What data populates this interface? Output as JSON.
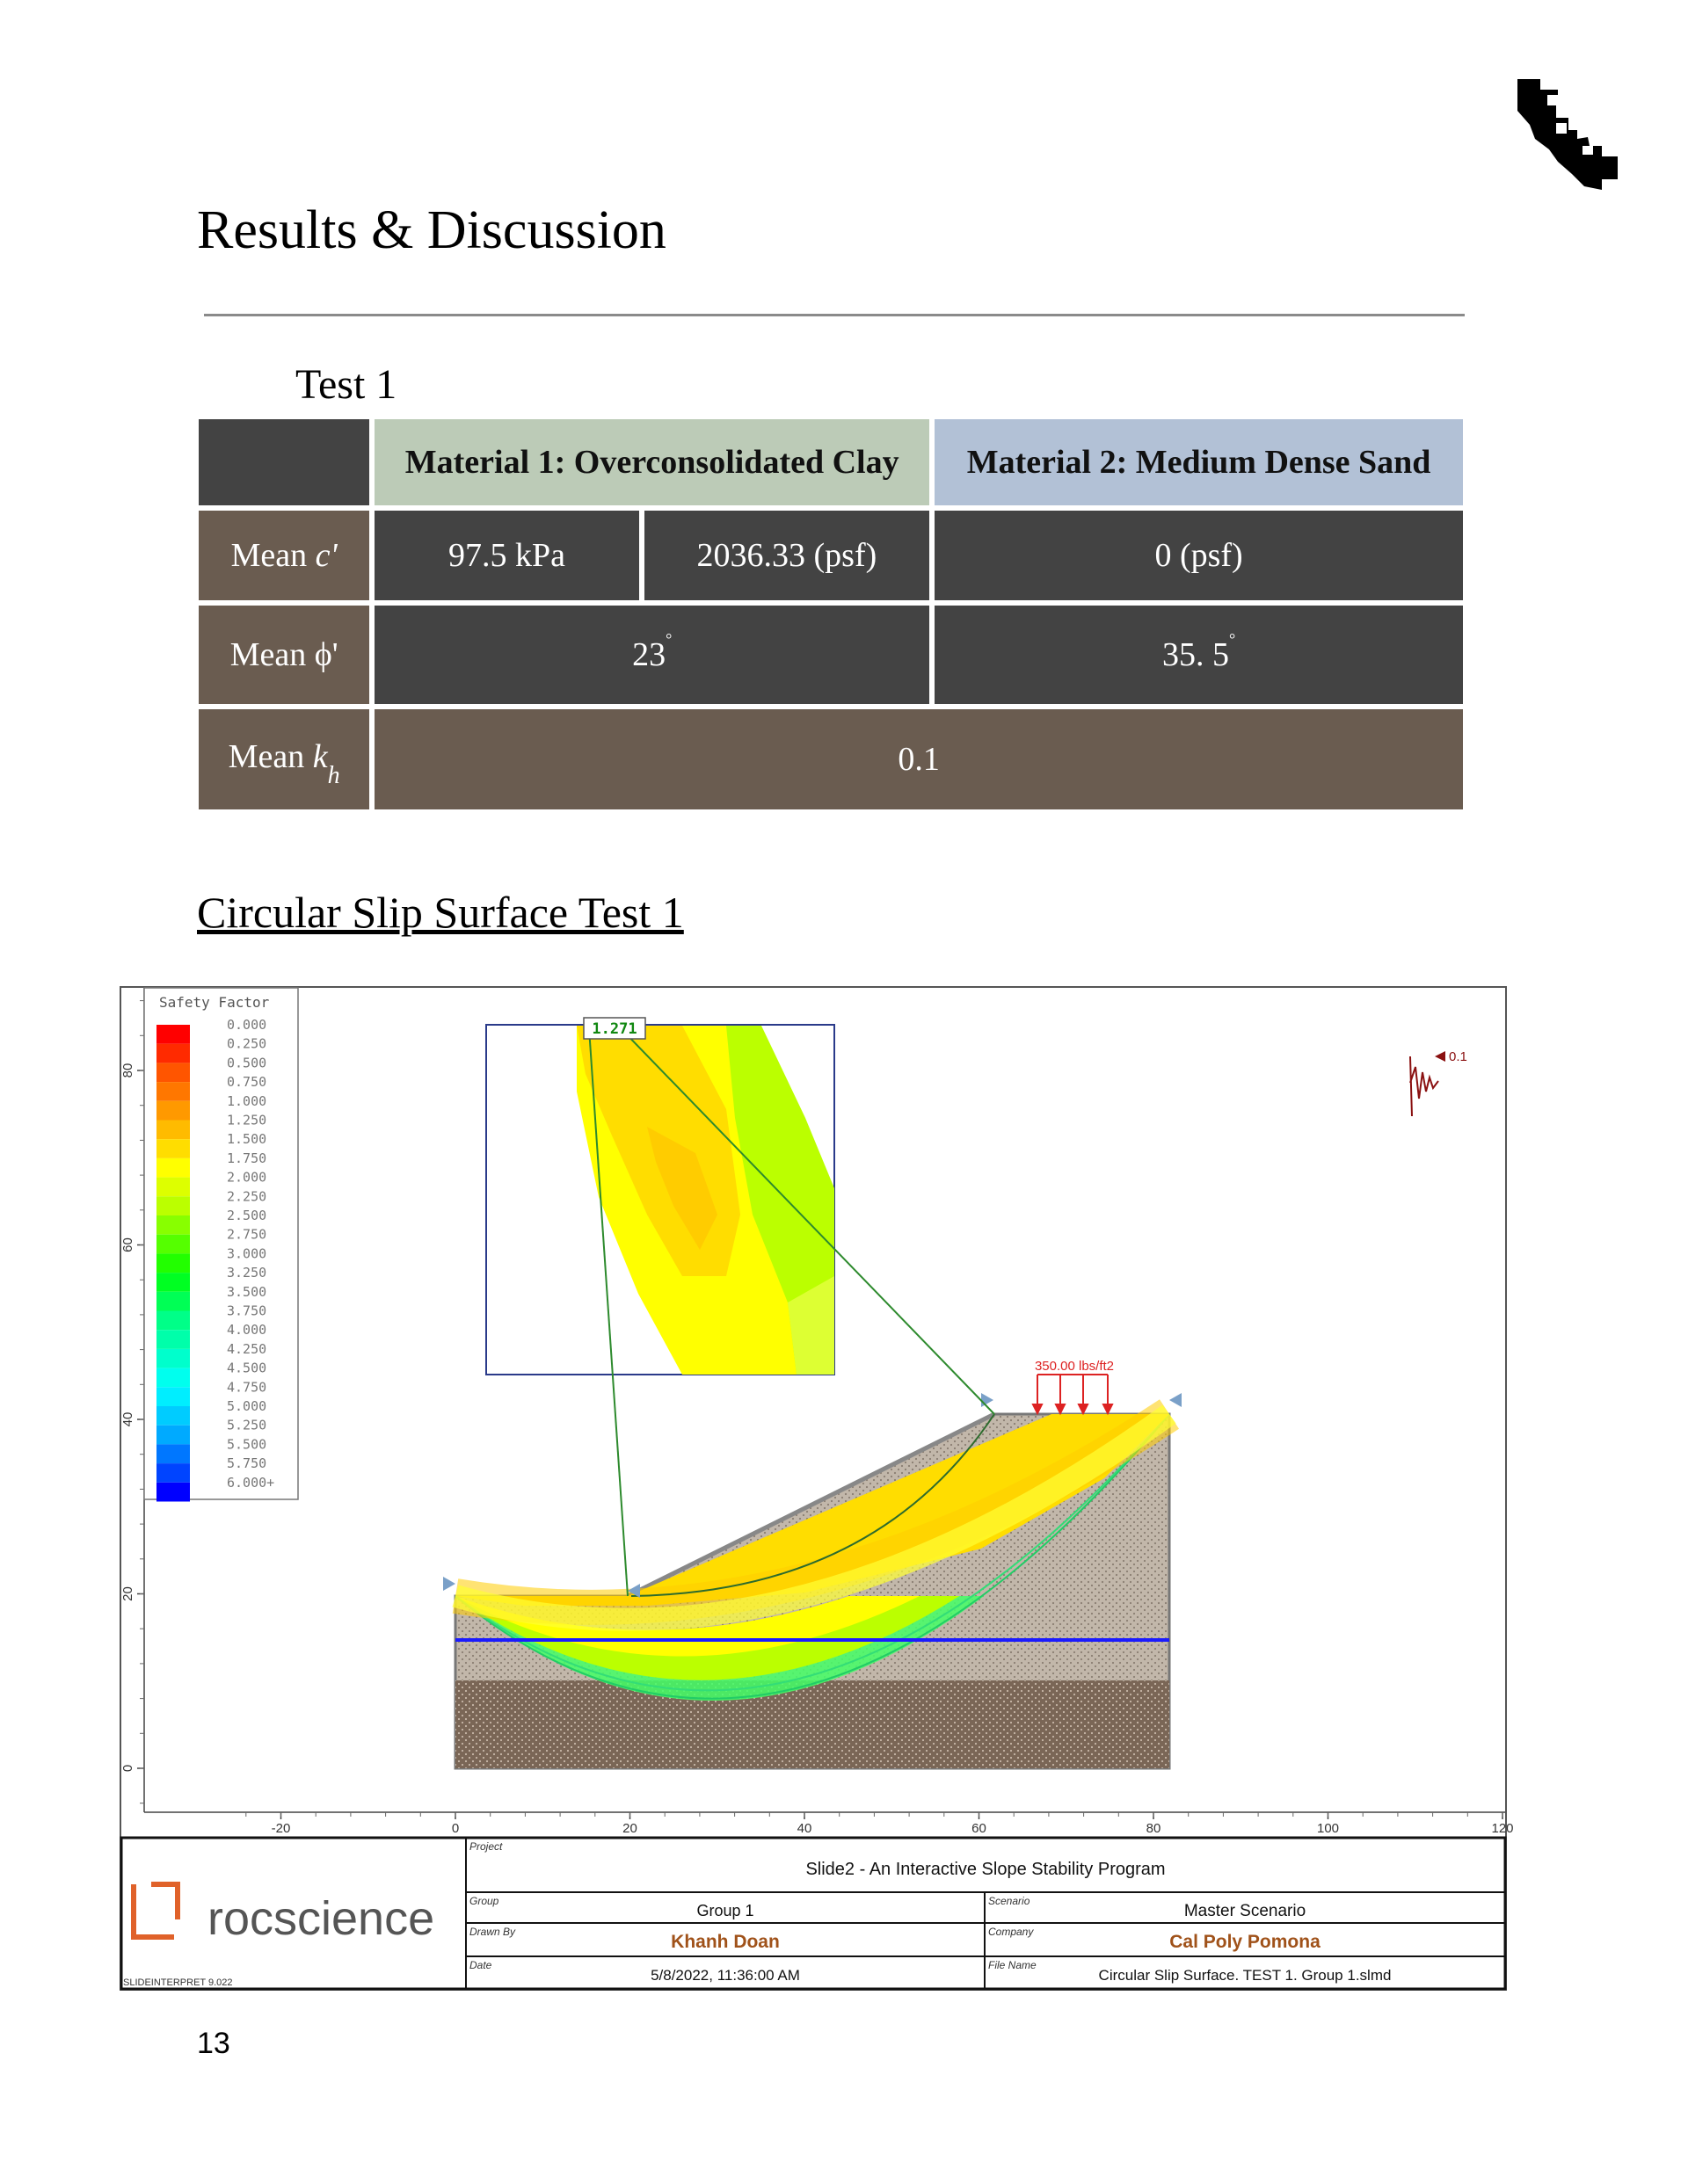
{
  "page": {
    "title": "Results & Discussion",
    "page_number": "13"
  },
  "test": {
    "label": "Test 1"
  },
  "table": {
    "material1": "Material 1: Overconsolidated Clay",
    "material2": "Material 2: Medium Dense Sand",
    "row_c": {
      "label_text": "Mean ",
      "label_symbol": "c'",
      "m1_kpa": "97.5 kPa",
      "m1_psf": "2036.33 (psf)",
      "m2": "0 (psf)"
    },
    "row_phi": {
      "label": "Mean ϕ'",
      "m1": "23",
      "m2": "35. 5",
      "degree": "°"
    },
    "row_kh": {
      "label_text": "Mean ",
      "label_symbol": "k",
      "label_sub": "h",
      "value": "0.1"
    }
  },
  "section": {
    "title": "Circular Slip Surface Test 1"
  },
  "figure": {
    "legend": {
      "title": "Safety Factor",
      "levels": [
        "0.000",
        "0.250",
        "0.500",
        "0.750",
        "1.000",
        "1.250",
        "1.500",
        "1.750",
        "2.000",
        "2.250",
        "2.500",
        "2.750",
        "3.000",
        "3.250",
        "3.500",
        "3.750",
        "4.000",
        "4.250",
        "4.500",
        "4.750",
        "5.000",
        "5.250",
        "5.500",
        "5.750",
        "6.000+"
      ],
      "colors": [
        "#ff0000",
        "#ff2a00",
        "#ff5500",
        "#ff7700",
        "#ff9900",
        "#ffbb00",
        "#ffdd00",
        "#ffff00",
        "#ddff00",
        "#bbff00",
        "#88ff00",
        "#55ff00",
        "#22ff00",
        "#00ff22",
        "#00ff55",
        "#00ff88",
        "#00ffaa",
        "#00ffcc",
        "#00ffee",
        "#00eeff",
        "#00ccff",
        "#00aaff",
        "#0077ff",
        "#0044ff",
        "#0000ff"
      ]
    },
    "critical_fs": "1.271",
    "seismic": "0.1",
    "load": "350.00 lbs/ft2",
    "axis": {
      "x_ticks": [
        "-20",
        "0",
        "20",
        "40",
        "60",
        "80",
        "100",
        "120"
      ],
      "y_ticks": [
        "0",
        "20",
        "40",
        "60",
        "80"
      ]
    },
    "title_block": {
      "brand": "rocscience",
      "version": "SLIDEINTERPRET 9.022",
      "project_label": "Project",
      "project": "Slide2 - An Interactive Slope Stability Program",
      "group_label": "Group",
      "group": "Group 1",
      "scenario_label": "Scenario",
      "scenario": "Master Scenario",
      "drawn_by_label": "Drawn By",
      "drawn_by": "Khanh Doan",
      "company_label": "Company",
      "company": "Cal Poly Pomona",
      "date_label": "Date",
      "date": "5/8/2022, 11:36:00 AM",
      "file_name_label": "File Name",
      "file_name": "Circular Slip Surface. TEST 1. Group 1.slmd"
    }
  }
}
